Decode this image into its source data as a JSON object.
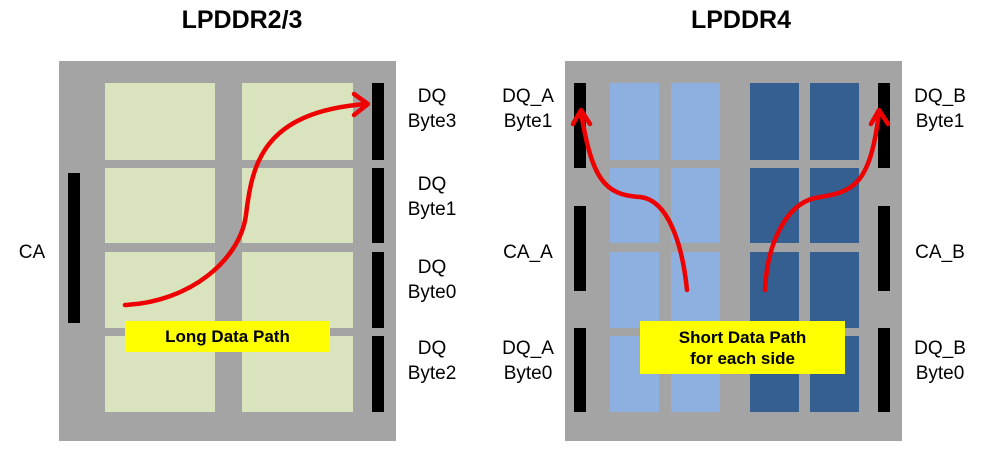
{
  "colors": {
    "panel_bg": "#a4a4a4",
    "cell_green": "#d9e3bd",
    "cell_light_blue": "#8db0e0",
    "cell_dark_blue": "#355f91",
    "pin_bar": "#000000",
    "arrow": "#ee0000",
    "note_bg": "#ffff00"
  },
  "left": {
    "title": "LPDDR2/3",
    "ca_label": "CA",
    "dq_labels": [
      {
        "line1": "DQ",
        "line2": "Byte3"
      },
      {
        "line1": "DQ",
        "line2": "Byte1"
      },
      {
        "line1": "DQ",
        "line2": "Byte0"
      },
      {
        "line1": "DQ",
        "line2": "Byte2"
      }
    ],
    "note": "Long Data Path"
  },
  "right": {
    "title": "LPDDR4",
    "left_labels": [
      {
        "line1": "DQ_A",
        "line2": "Byte1"
      },
      {
        "line1": "CA_A",
        "line2": ""
      },
      {
        "line1": "DQ_A",
        "line2": "Byte0"
      }
    ],
    "right_labels": [
      {
        "line1": "DQ_B",
        "line2": "Byte1"
      },
      {
        "line1": "CA_B",
        "line2": ""
      },
      {
        "line1": "DQ_B",
        "line2": "Byte0"
      }
    ],
    "note_line1": "Short Data Path",
    "note_line2": "for each side"
  }
}
